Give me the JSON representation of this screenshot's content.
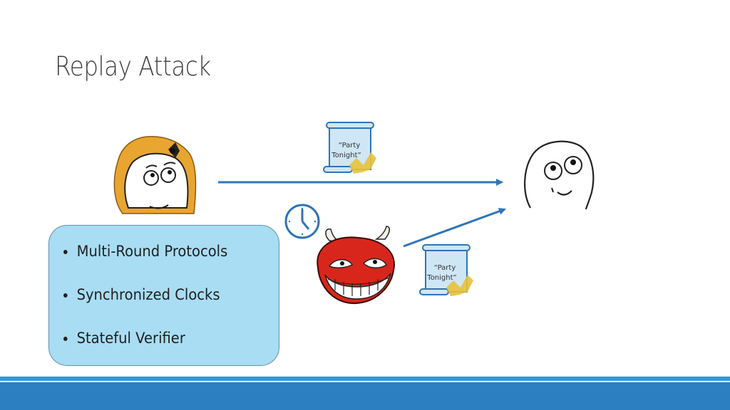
{
  "slide": {
    "title": "Replay Attack",
    "bullets": [
      "Multi-Round Protocols",
      "Synchronized Clocks",
      "Stateful Verifier"
    ],
    "message_top": {
      "line1": "Party",
      "line2": "Tonight"
    },
    "message_bottom": {
      "line1": "Party",
      "line2": "Tonight"
    }
  },
  "colors": {
    "arrow": "#2e75b6",
    "callout_fill": "#a9ddf4",
    "footer_band": "#2c7fc0",
    "devil_red": "#d9261c"
  },
  "icons": [
    "alice-face-icon",
    "bob-face-icon",
    "troll-devil-icon",
    "clock-icon",
    "scroll-icon"
  ]
}
